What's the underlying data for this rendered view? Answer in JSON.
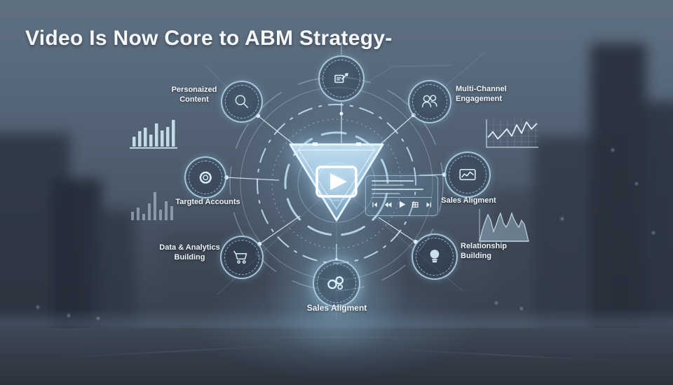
{
  "title": "Video Is Now Core to ABM Strategy-",
  "colors": {
    "accent": "#a9d3e8",
    "accent_bright": "#ddf1fc",
    "label_text": "#eef4f8",
    "title_text": "#f4f8fb"
  },
  "hub": {
    "name": "video-play-hub",
    "icon": "play-icon"
  },
  "nodes": [
    {
      "id": "top",
      "icon": "chart-document-icon",
      "label": ""
    },
    {
      "id": "top-left",
      "icon": "magnifier-icon",
      "label": "Personaized\nContent"
    },
    {
      "id": "top-right",
      "icon": "users-icon",
      "label": "Multi-Channel\nEngagement"
    },
    {
      "id": "left",
      "icon": "gear-icon",
      "label": "Targted Accounts"
    },
    {
      "id": "right",
      "icon": "chart-card-icon",
      "label": "Sales Aligment"
    },
    {
      "id": "bottom-left",
      "icon": "cart-icon",
      "label": "Data & Analytics\nBuilding"
    },
    {
      "id": "bottom-right",
      "icon": "lightbulb-icon",
      "label": "Relationship\nBuilding"
    },
    {
      "id": "bottom",
      "icon": "gears-icon",
      "label": "Sales Aligment"
    }
  ],
  "player": {
    "name": "video-player-panel",
    "controls": [
      "skip-back-icon",
      "rewind-icon",
      "play-icon",
      "grid-icon",
      "skip-forward-icon"
    ]
  },
  "decorations": [
    "bar-chart-top-left",
    "bar-chart-bottom-left",
    "line-chart-top-right",
    "area-chart-right"
  ]
}
